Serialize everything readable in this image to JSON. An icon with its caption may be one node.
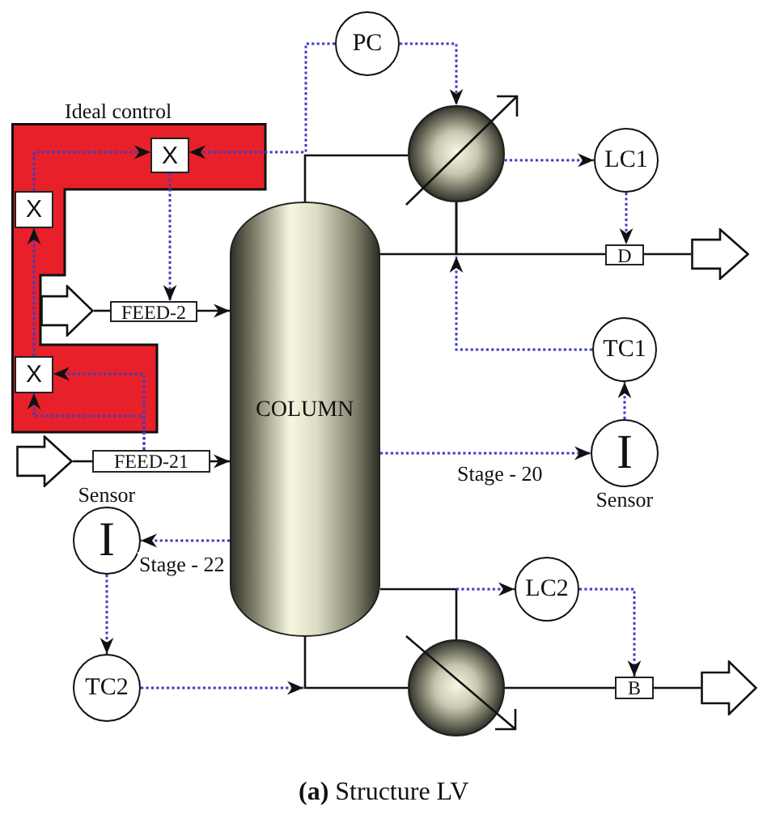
{
  "diagram": {
    "caption": "**(a)** Structure LV",
    "nodes": [
      {
        "text": [
          "Ideal control"
        ]
      },
      {
        "text": [
          "X"
        ],
        "in": 0
      },
      {
        "text": [
          "X"
        ],
        "in": 0
      },
      {
        "text": [
          "X"
        ],
        "in": 0
      },
      {
        "text": [
          "PC"
        ]
      },
      {
        "text": [],
        "shape": "circle"
      },
      {
        "text": [
          "LC1"
        ]
      },
      {
        "text": [
          "COLUMN"
        ]
      },
      {
        "text": [],
        "shape": "arrow"
      },
      {
        "text": [
          "FEED-2"
        ]
      },
      {
        "text": [
          "D"
        ]
      },
      {
        "text": [],
        "shape": "arrow"
      },
      {
        "text": [
          "TC1"
        ]
      },
      {
        "text": [
          "I"
        ],
        "beside": [
          "Sensor"
        ]
      },
      {
        "text": [],
        "shape": "arrow"
      },
      {
        "text": [
          "FEED-21"
        ]
      },
      {
        "text": [
          "I"
        ],
        "beside": [
          "Sensor"
        ]
      },
      {
        "text": [
          "LC2"
        ]
      },
      {
        "text": [
          "TC2"
        ]
      },
      {
        "text": [],
        "shape": "circle"
      },
      {
        "text": [
          "B"
        ]
      },
      {
        "text": [],
        "shape": "arrow"
      }
    ],
    "edges": [
      {
        "from": 8,
        "to": 9,
        "arrow": "none",
        "color": "#111111"
      },
      {
        "from": 9,
        "to": 7,
        "arrow": "to",
        "color": "#111111"
      },
      {
        "from": 14,
        "to": 15,
        "arrow": "none",
        "color": "#111111"
      },
      {
        "from": 15,
        "to": 7,
        "arrow": "to",
        "color": "#111111"
      },
      {
        "from": 7,
        "to": 5,
        "arrow": "none",
        "color": "#111111"
      },
      {
        "from": 5,
        "to": 10,
        "arrow": "none",
        "color": "#111111"
      },
      {
        "from": 5,
        "to": 7,
        "arrow": "none",
        "color": "#111111"
      },
      {
        "from": 10,
        "to": 11,
        "arrow": "none",
        "color": "#111111"
      },
      {
        "from": 7,
        "to": 19,
        "arrow": "none",
        "color": "#111111"
      },
      {
        "from": 19,
        "to": 7,
        "arrow": "none",
        "color": "#111111"
      },
      {
        "from": 19,
        "to": 20,
        "arrow": "none",
        "color": "#111111"
      },
      {
        "from": 20,
        "to": 21,
        "arrow": "none",
        "color": "#111111"
      },
      {
        "from": 4,
        "to": 5,
        "arrow": "to",
        "style": "dashed",
        "color": "#3c3cc8"
      },
      {
        "from": 4,
        "to": 1,
        "arrow": "to",
        "style": "dashed",
        "color": "#3c3cc8"
      },
      {
        "from": 2,
        "to": 1,
        "arrow": "to",
        "style": "dashed",
        "color": "#3c3cc8"
      },
      {
        "from": 3,
        "to": 2,
        "arrow": "to",
        "style": "dashed",
        "color": "#3c3cc8"
      },
      {
        "from": 15,
        "to": 3,
        "arrow": "to",
        "style": "dashed",
        "color": "#3c3cc8"
      },
      {
        "from": 15,
        "to": 3,
        "arrow": "to",
        "style": "dashed",
        "color": "#3c3cc8"
      },
      {
        "from": 1,
        "to": 9,
        "arrow": "to",
        "style": "dashed",
        "color": "#3c3cc8"
      },
      {
        "from": 5,
        "to": 6,
        "arrow": "to",
        "style": "dashed",
        "color": "#3c3cc8"
      },
      {
        "from": 6,
        "to": 10,
        "arrow": "to",
        "style": "dashed",
        "color": "#3c3cc8"
      },
      {
        "from": 12,
        "to": null,
        "arrow": "to",
        "style": "dashed",
        "color": "#3c3cc8"
      },
      {
        "from": 7,
        "to": 13,
        "arrow": "to",
        "label": "Stage - 20",
        "style": "dashed",
        "color": "#3c3cc8"
      },
      {
        "from": 13,
        "to": 12,
        "arrow": "to",
        "style": "dashed",
        "color": "#3c3cc8"
      },
      {
        "from": null,
        "to": 17,
        "arrow": "to",
        "style": "dashed",
        "color": "#3c3cc8"
      },
      {
        "from": 17,
        "to": 20,
        "arrow": "to",
        "style": "dashed",
        "color": "#3c3cc8"
      },
      {
        "from": 7,
        "to": 16,
        "arrow": "to",
        "label": "Stage - 22",
        "style": "dashed",
        "color": "#3c3cc8"
      },
      {
        "from": 16,
        "to": 18,
        "arrow": "to",
        "style": "dashed",
        "color": "#3c3cc8"
      },
      {
        "from": 18,
        "to": null,
        "arrow": "to",
        "style": "dashed",
        "color": "#3c3cc8"
      }
    ]
  }
}
